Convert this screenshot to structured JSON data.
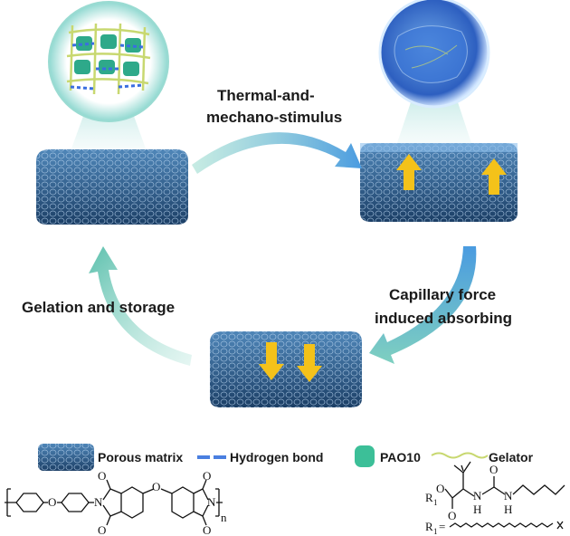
{
  "labels": {
    "top_arrow_line1": "Thermal-and-",
    "top_arrow_line2": "mechano-stimulus",
    "left_arrow": "Gelation and storage",
    "right_arrow_line1": "Capillary force",
    "right_arrow_line2": "induced absorbing"
  },
  "legend": {
    "porous_matrix": "Porous matrix",
    "hydrogen_bond": "Hydrogen bond",
    "pao10": "PAO10",
    "gelator": "Gelator"
  },
  "structures": {
    "oxygen": "O",
    "nitrogen": "N",
    "repeat": "n",
    "r1": "R",
    "r1_sub": "1",
    "hydrogen": "H",
    "r1_def": "R",
    "r1_def_sub": "1",
    "equals": "="
  },
  "colors": {
    "block": "#2d5a8c",
    "arrow_start": "#6cc6b4",
    "arrow_end": "#4a9be0",
    "pao10": "#3cbf98",
    "hbond": "#4a7fe0",
    "gelator": "#c8d870",
    "yellow_arrow": "#f4c21a"
  }
}
